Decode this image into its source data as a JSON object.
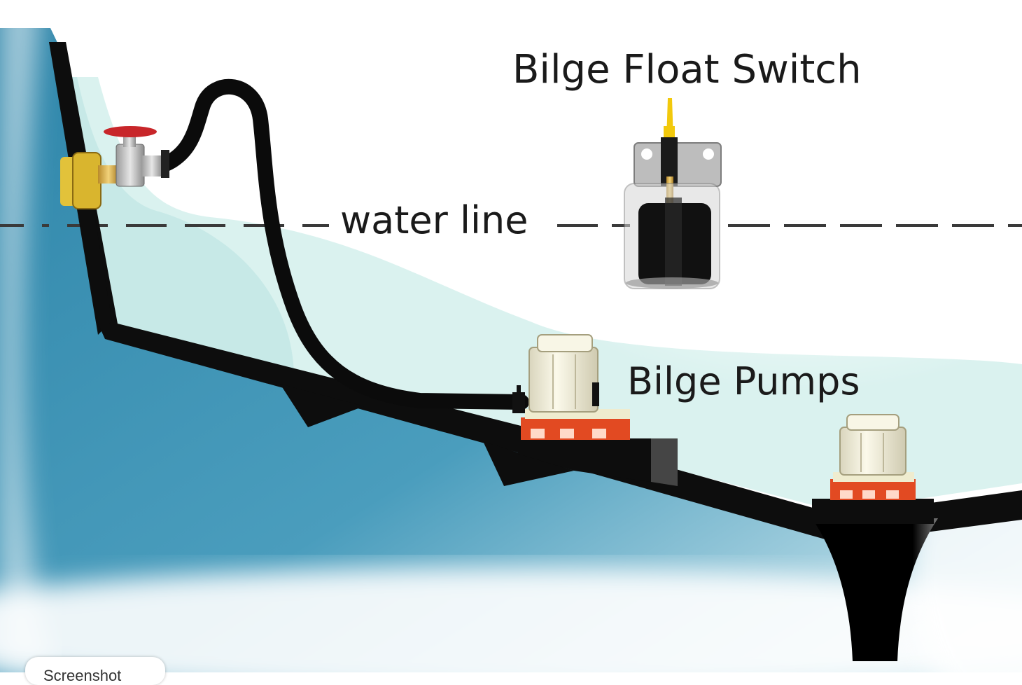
{
  "labels": {
    "float_switch": "Bilge Float Switch",
    "water_line": "water line",
    "pumps": "Bilge Pumps",
    "cut_tab": "Screenshot"
  },
  "colors": {
    "sea_dark": "#3f93b3",
    "sea_light": "#e6f5f5",
    "bilge_water": "#cdeeea",
    "hull": "#0d0d0d",
    "pump_body": "#f2efdc",
    "pump_base": "#e24a22",
    "valve_handle": "#c8262a",
    "thru_hull": "#e2c23a",
    "float_wire": "#f2c90c"
  },
  "icons": {
    "valve": "seacock-valve-icon",
    "float_switch": "float-switch-icon",
    "pump": "bilge-pump-icon"
  }
}
